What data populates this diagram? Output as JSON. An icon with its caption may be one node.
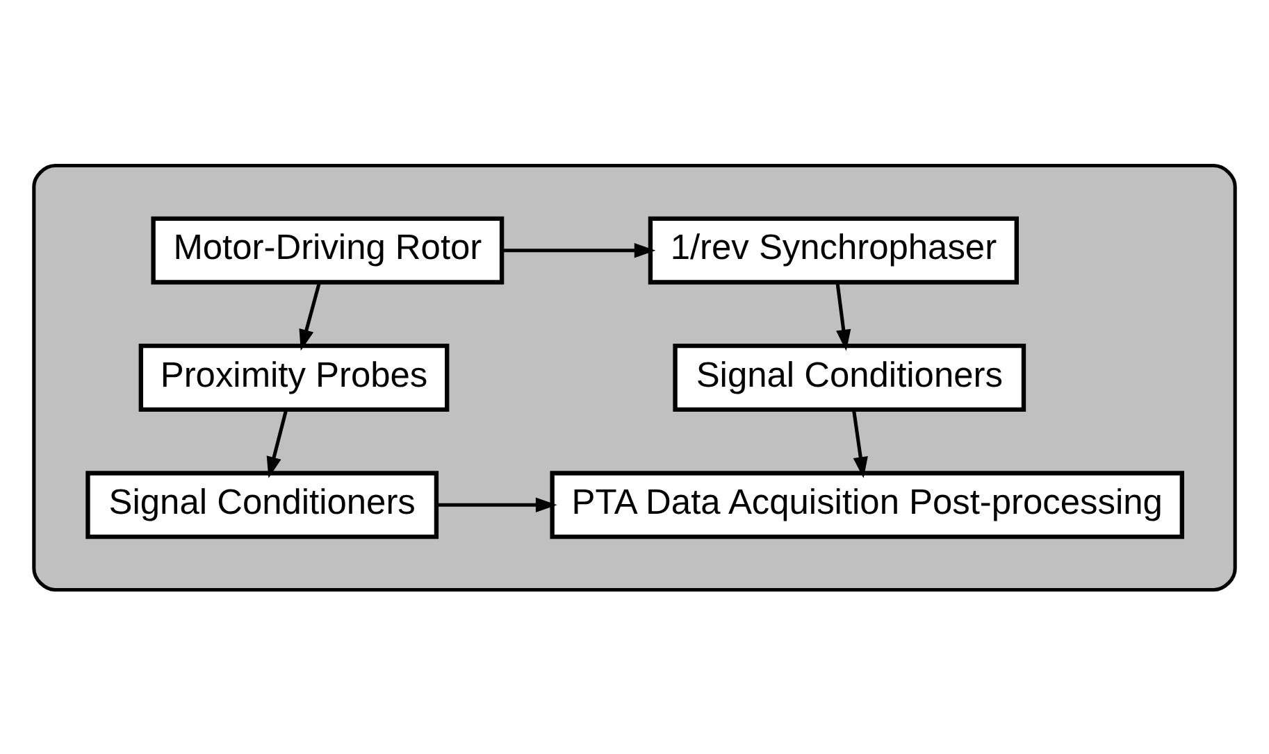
{
  "diagram": {
    "nodes": [
      {
        "text": [],
        "shape": "box"
      },
      {
        "text": [
          "Motor-Driving Rotor"
        ],
        "in": 0
      },
      {
        "text": [
          "1/rev Synchrophaser"
        ],
        "in": 0
      },
      {
        "text": [
          "Proximity Probes"
        ],
        "in": 0
      },
      {
        "text": [
          "Signal Conditioners"
        ],
        "in": 0
      },
      {
        "text": [
          "Signal Conditioners"
        ],
        "in": 0
      },
      {
        "text": [
          "PTA Data Acquisition Post-processing"
        ],
        "in": 0
      }
    ],
    "edges": [
      {
        "from": 1,
        "to": 2,
        "arrow": "to"
      },
      {
        "from": 1,
        "to": 3,
        "arrow": "to"
      },
      {
        "from": 2,
        "to": 4,
        "arrow": "to"
      },
      {
        "from": 3,
        "to": 5,
        "arrow": "to"
      },
      {
        "from": 4,
        "to": 6,
        "arrow": "to"
      },
      {
        "from": 5,
        "to": 6,
        "arrow": "to"
      }
    ]
  }
}
